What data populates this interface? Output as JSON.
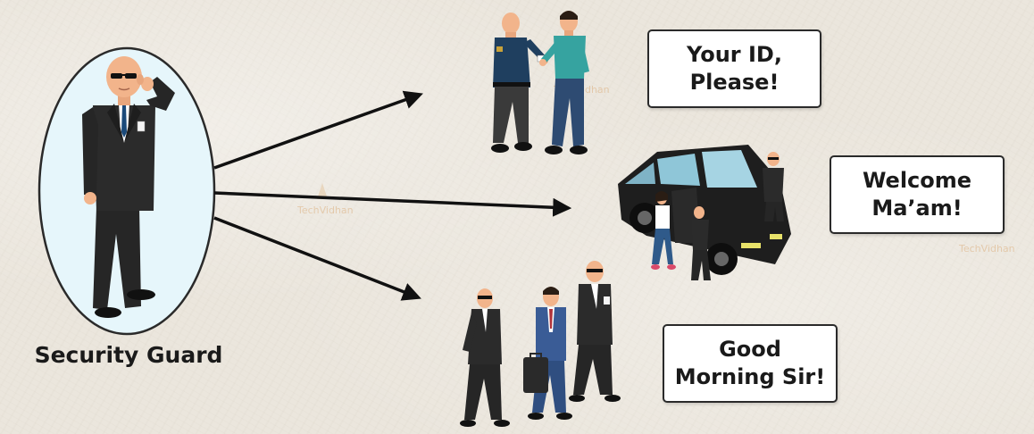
{
  "guard": {
    "label": "Security Guard"
  },
  "bubbles": {
    "id_check": {
      "line1": "Your ID,",
      "line2": "Please!"
    },
    "welcome": {
      "line1": "Welcome",
      "line2": "Ma’am!"
    },
    "morning": {
      "line1": "Good",
      "line2": "Morning Sir!"
    }
  },
  "watermark": {
    "text": "TechVidhan"
  },
  "colors": {
    "background": "#ebe6dd",
    "ellipse_fill": "#e6f6fb",
    "ellipse_stroke": "#2a2a2a",
    "suit": "#2b2b2b",
    "skin": "#f2b48b",
    "car": "#1e1e1e",
    "arrow": "#111111"
  },
  "icons": [
    "security-guard-figure",
    "id-check-scene",
    "car-scene",
    "walking-executives-scene",
    "arrow"
  ]
}
